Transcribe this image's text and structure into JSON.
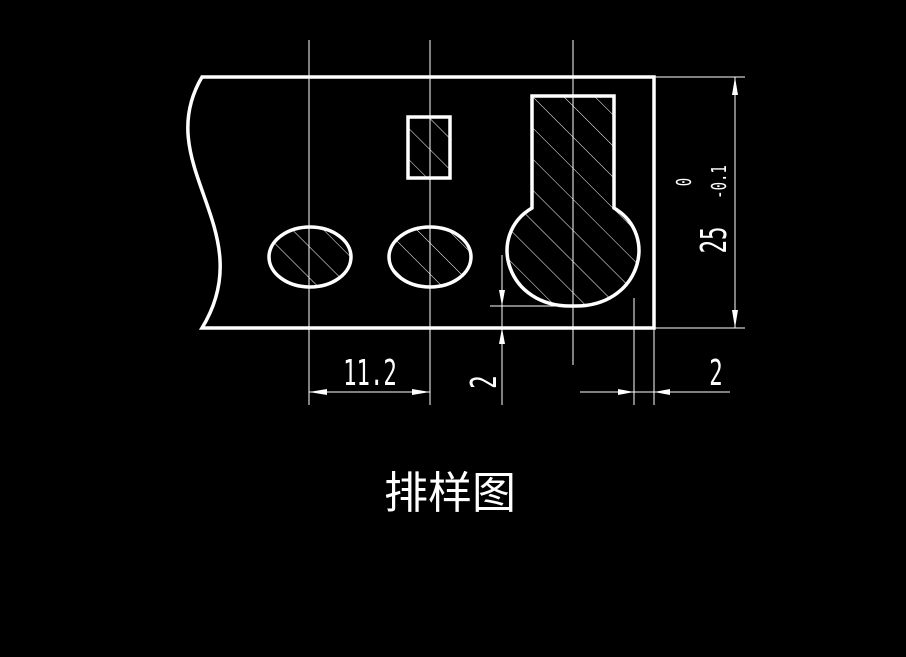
{
  "drawing": {
    "dimensions": {
      "pitch": "11.2",
      "bottom_offset": "2",
      "edge_offset": "2",
      "width_nominal": "25",
      "width_upper_tol": "0",
      "width_lower_tol": "-0.1"
    },
    "caption": "排样图"
  },
  "colors": {
    "background": "#000000",
    "line": "#ffffff"
  }
}
